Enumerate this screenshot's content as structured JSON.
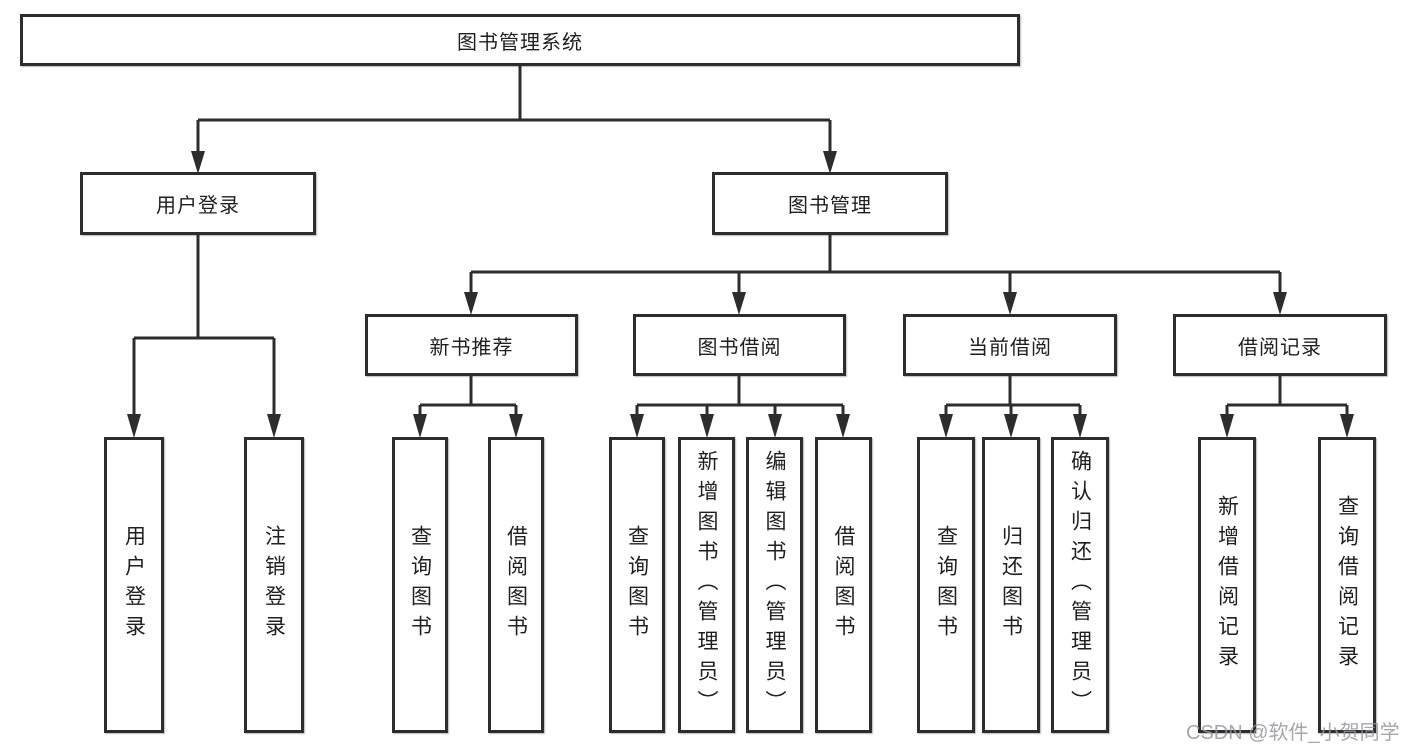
{
  "diagram": {
    "title": "图书管理系统",
    "branches": [
      {
        "label": "用户登录",
        "leaves": [
          "用户登录",
          "注销登录"
        ]
      },
      {
        "label": "图书管理",
        "groups": [
          {
            "label": "新书推荐",
            "leaves": [
              "查询图书",
              "借阅图书"
            ]
          },
          {
            "label": "图书借阅",
            "leaves": [
              "查询图书",
              "新增图书（管理员）",
              "编辑图书（管理员）",
              "借阅图书"
            ]
          },
          {
            "label": "当前借阅",
            "leaves": [
              "查询图书",
              "归还图书",
              "确认归还（管理员）"
            ]
          },
          {
            "label": "借阅记录",
            "leaves": [
              "新增借阅记录",
              "查询借阅记录"
            ]
          }
        ]
      }
    ]
  },
  "colors": {
    "line": "#2d2d2d",
    "border": "#2d2d2d",
    "text": "#1f1f1f",
    "watermark": "#9696a0"
  },
  "watermark": {
    "text": "CSDN @软件_小贺同学"
  }
}
